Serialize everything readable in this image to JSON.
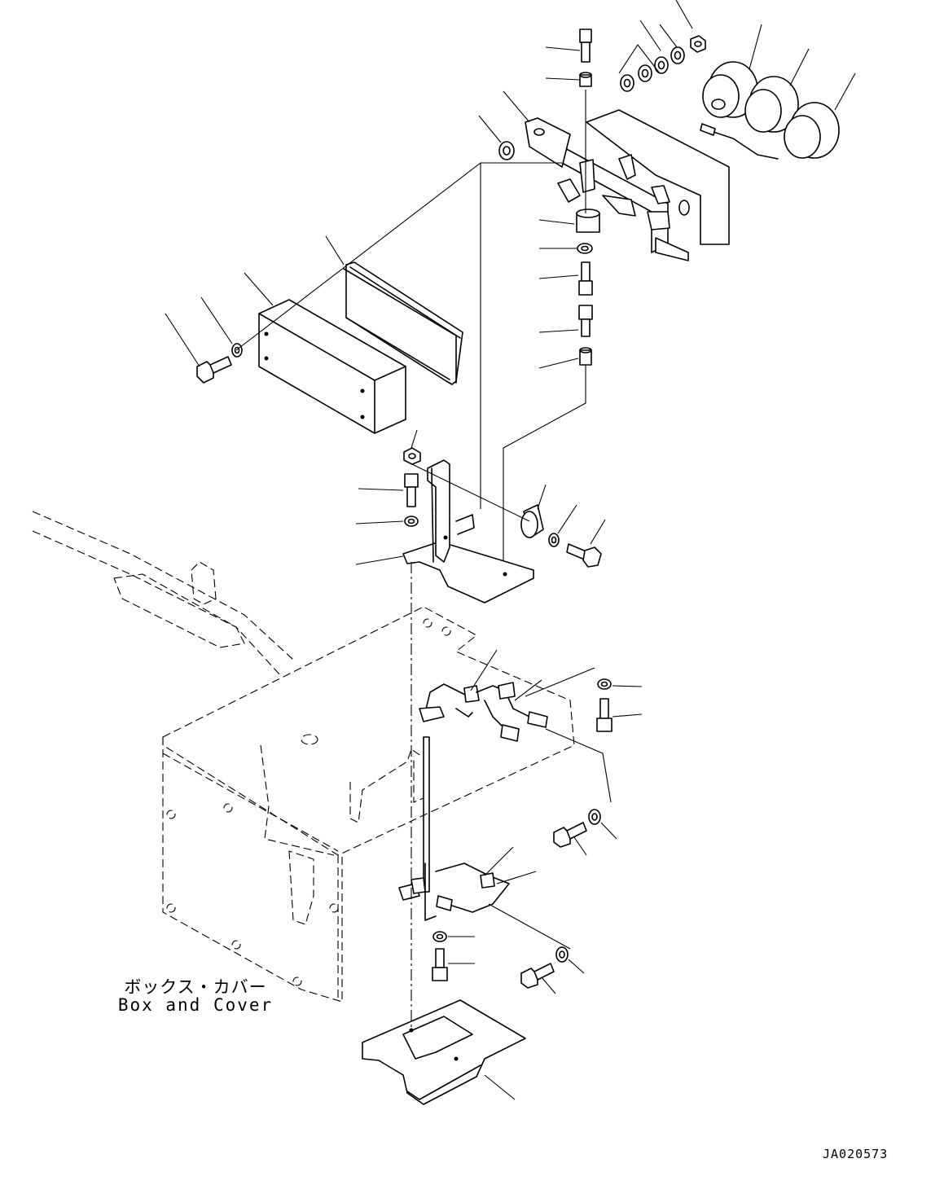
{
  "figure": {
    "caption_jp": "ボックス・カバー",
    "caption_en": "Box and Cover",
    "drawing_code": "JA020573"
  }
}
